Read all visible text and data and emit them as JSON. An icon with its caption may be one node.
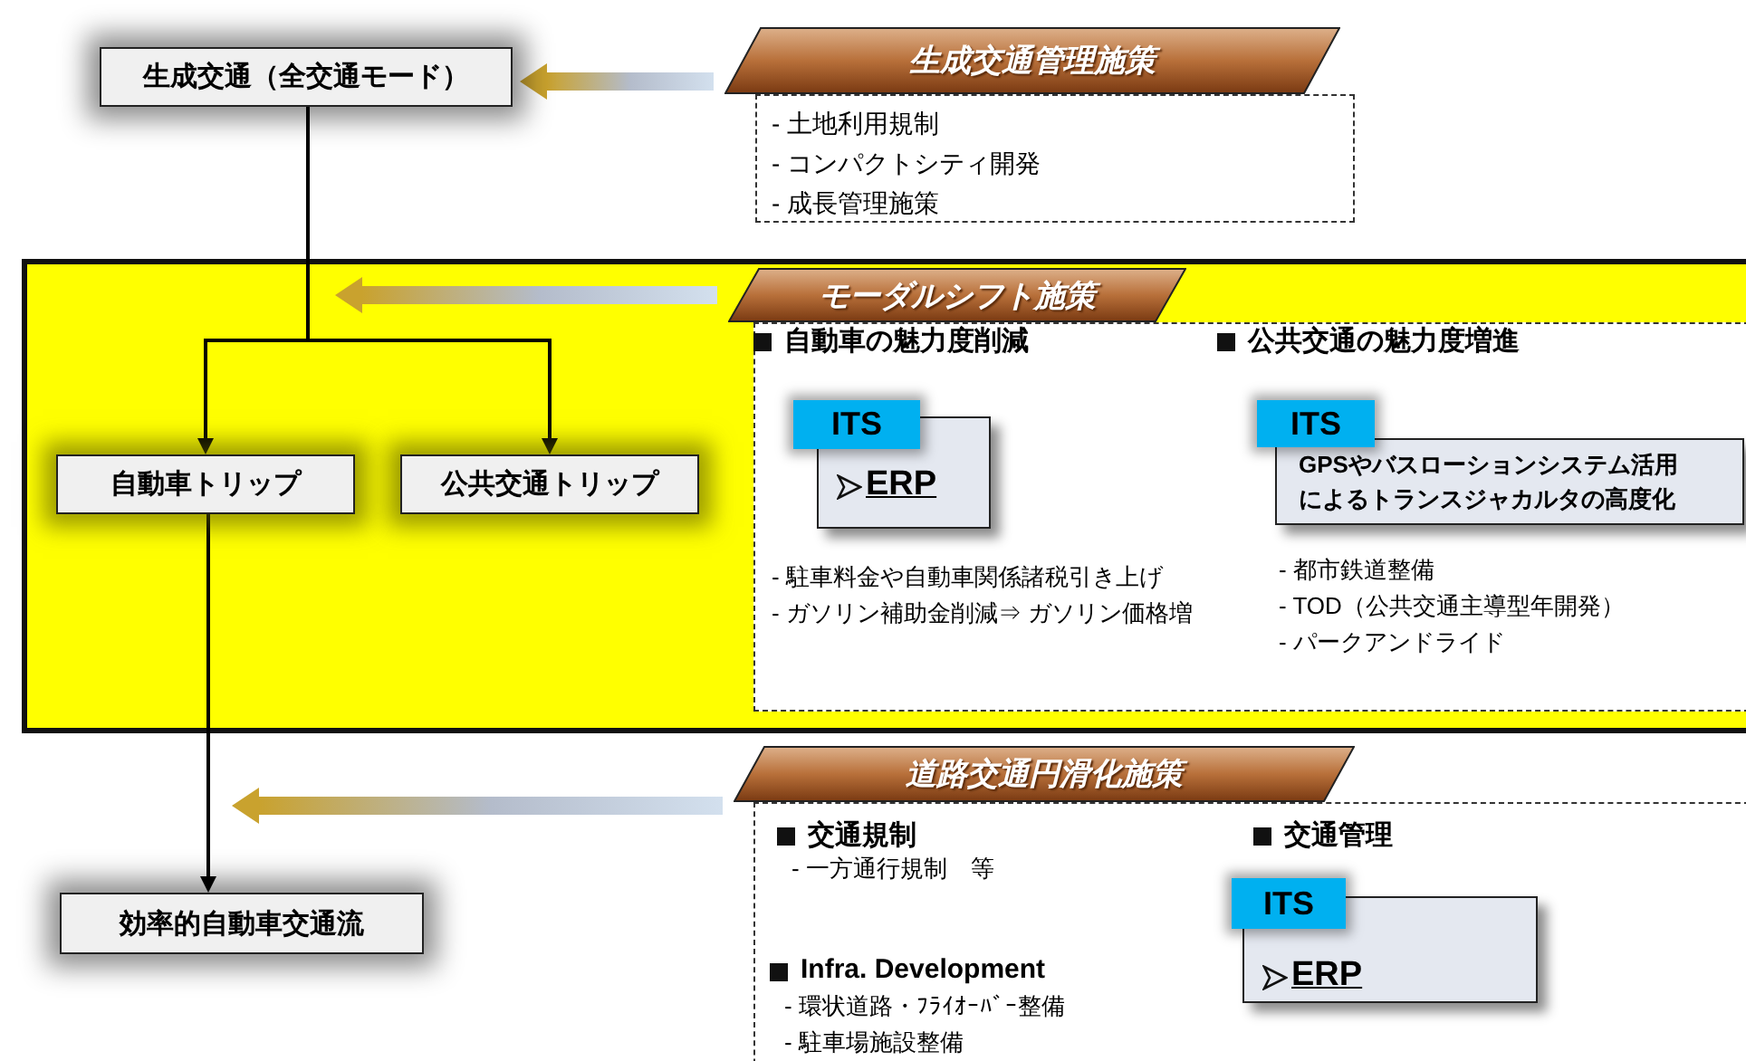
{
  "diagram": {
    "nodes": [
      {
        "text": [
          "生成交通（全交通モード）"
        ]
      },
      {
        "text": [
          "生成交通管理施策"
        ]
      },
      {
        "text": [
          "- 土地利用規制",
          "- コンパクトシティ開発",
          "- 成長管理施策"
        ]
      },
      {
        "text": [],
        "shape": "box"
      },
      {
        "text": [
          "自動車トリップ"
        ],
        "in": 3
      },
      {
        "text": [
          "公共交通トリップ"
        ],
        "in": 3
      },
      {
        "text": [
          "モーダルシフト施策"
        ],
        "in": 3
      },
      {
        "text": [
          "自動車の魅力度削減",
          "公共交通の魅力度増進",
          "- 駐車料金や自動車関係諸税引き上げ",
          "- ガソリン補助金削減⇒ ガソリン価格増",
          "- 都市鉄道整備",
          "- TOD（公共交通主導型年開発）",
          "- パークアンドライド"
        ],
        "in": 3
      },
      {
        "text": [
          "ITS",
          "ERP"
        ],
        "in": 7
      },
      {
        "text": [
          "ITS",
          "GPSやバスローションシステム活用によるトランスジャカルタの高度化"
        ],
        "in": 7
      },
      {
        "text": [
          "効率的自動車交通流"
        ]
      },
      {
        "text": [
          "道路交通円滑化施策"
        ]
      },
      {
        "text": [
          "交通規制",
          "交通管理",
          "- 一方通行規制　等",
          "Infra. Development",
          "- 環状道路・ﾌﾗｲｵｰﾊﾞｰ整備",
          "- 駐車場施設整備"
        ]
      },
      {
        "text": [
          "ITS",
          "ERP"
        ],
        "in": 12
      }
    ],
    "edges": [
      {
        "from": 1,
        "to": 0,
        "arrow": "to",
        "style": "thick",
        "color": "#c9a22e"
      },
      {
        "from": 0,
        "to": 4,
        "arrow": "to"
      },
      {
        "from": 0,
        "to": 5,
        "arrow": "to"
      },
      {
        "from": 4,
        "to": 10,
        "arrow": "to"
      },
      {
        "from": 6,
        "to": null,
        "arrow": "to",
        "style": "thick",
        "color": "#c9a22e"
      },
      {
        "from": 11,
        "to": 10,
        "arrow": "to",
        "style": "thick",
        "color": "#c9a22e"
      }
    ]
  }
}
